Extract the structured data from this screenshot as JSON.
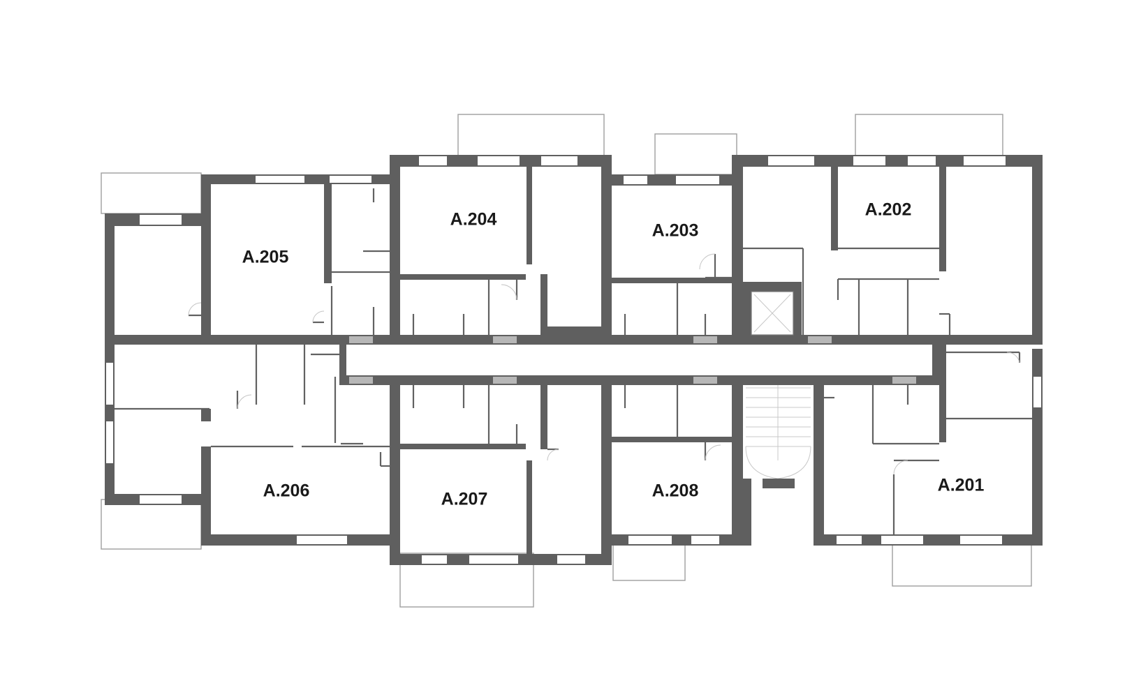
{
  "units": [
    {
      "id": "A.201"
    },
    {
      "id": "A.202"
    },
    {
      "id": "A.203"
    },
    {
      "id": "A.204"
    },
    {
      "id": "A.205"
    },
    {
      "id": "A.206"
    },
    {
      "id": "A.207"
    },
    {
      "id": "A.208"
    }
  ],
  "colors": {
    "wall": "#5f5f5f",
    "balcony_outline": "#9e9e9e",
    "label": "#1a1a1a",
    "background": "#ffffff"
  }
}
